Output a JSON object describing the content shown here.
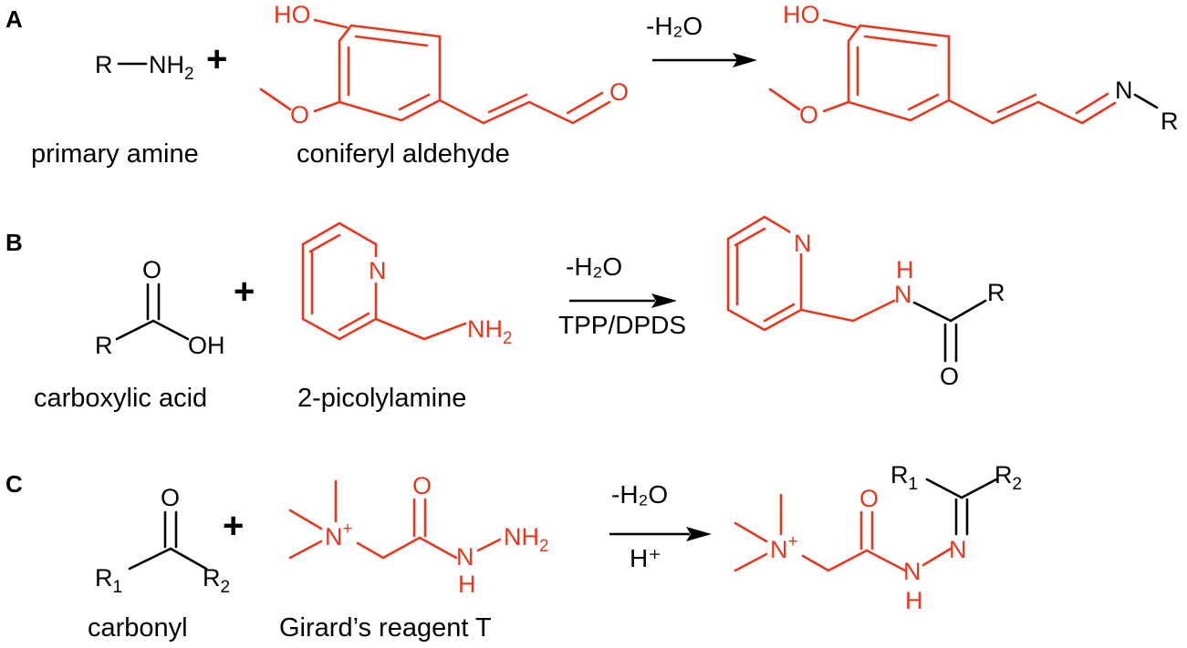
{
  "panels": [
    {
      "letter": "A",
      "reactant1_caption": "primary amine",
      "reactant2_caption": "coniferyl aldehyde",
      "condition_top": "-H₂O",
      "condition_bottom": ""
    },
    {
      "letter": "B",
      "reactant1_caption": "carboxylic acid",
      "reactant2_caption": "2-picolylamine",
      "condition_top": "-H₂O",
      "condition_bottom": "TPP/DPDS"
    },
    {
      "letter": "C",
      "reactant1_caption": "carbonyl",
      "reactant2_caption": "Girard’s reagent T",
      "condition_top": "-H₂O",
      "condition_bottom": "H⁺"
    }
  ],
  "plus_sign": "+",
  "atoms": {
    "R": "R",
    "NH": "NH",
    "NH_sub": "2",
    "HO": "HO",
    "O": "O",
    "N": "N",
    "H": "H",
    "OH": "OH",
    "R1": "R",
    "R1_sub": "1",
    "R2": "R",
    "R2_sub": "2",
    "N_plus": "N",
    "plus_sup": "+"
  },
  "colors": {
    "highlight": "#e8371c",
    "default": "#000000"
  }
}
